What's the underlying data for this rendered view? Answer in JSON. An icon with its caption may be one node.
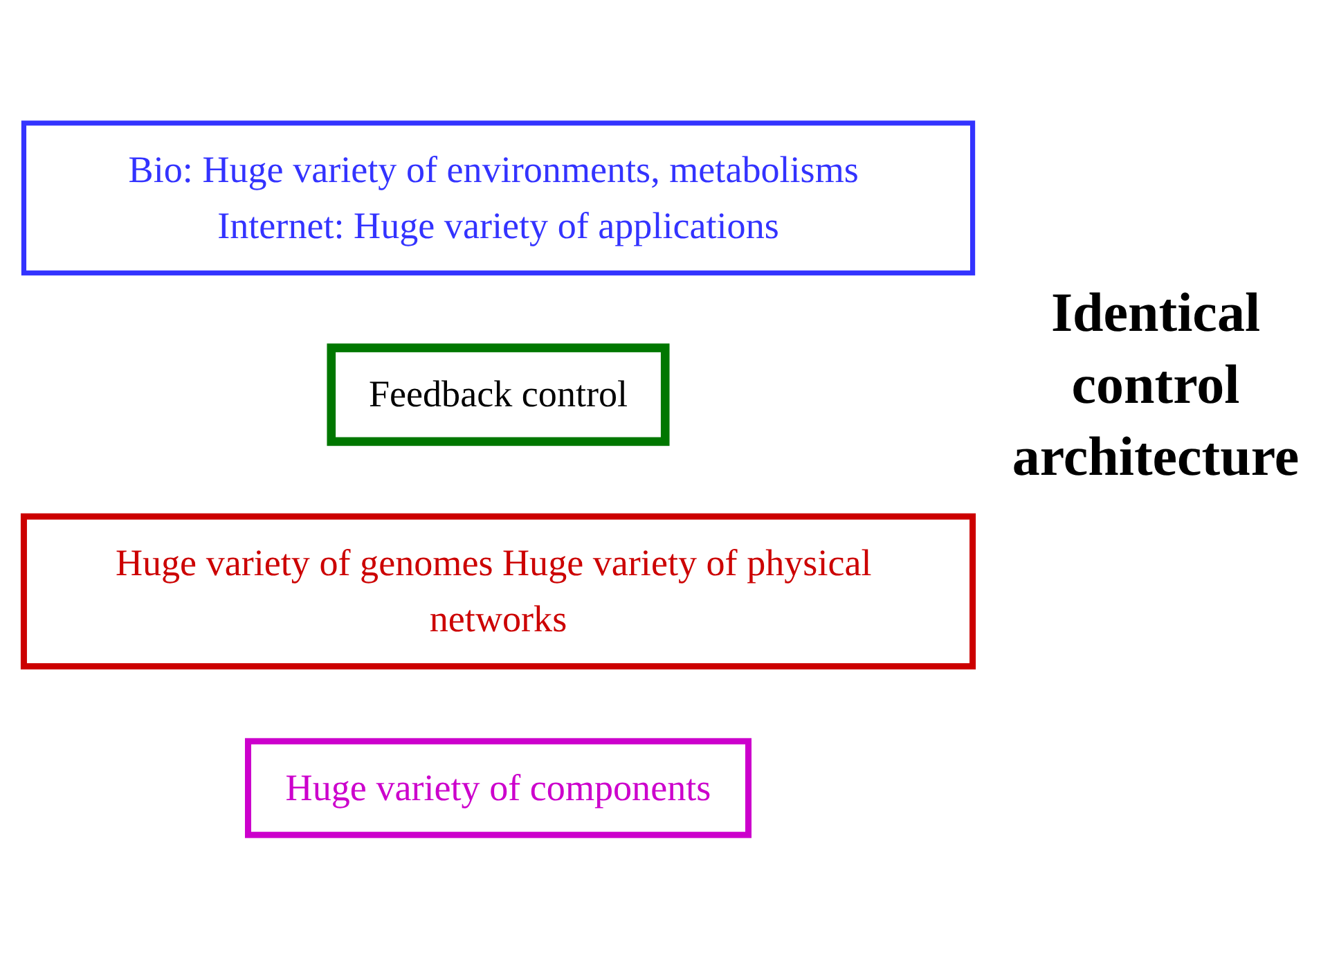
{
  "diagram": {
    "nodes": [
      {
        "text": [
          "Bio: Huge variety of environments, metabolisms Internet: Huge variety of applications"
        ]
      },
      {
        "text": [
          "Feedback control"
        ]
      },
      {
        "text": [
          "Huge variety of genomes Huge variety of physical networks"
        ]
      },
      {
        "text": [
          "Huge variety of components"
        ]
      }
    ],
    "labels": [
      "Identical control architecture"
    ]
  }
}
